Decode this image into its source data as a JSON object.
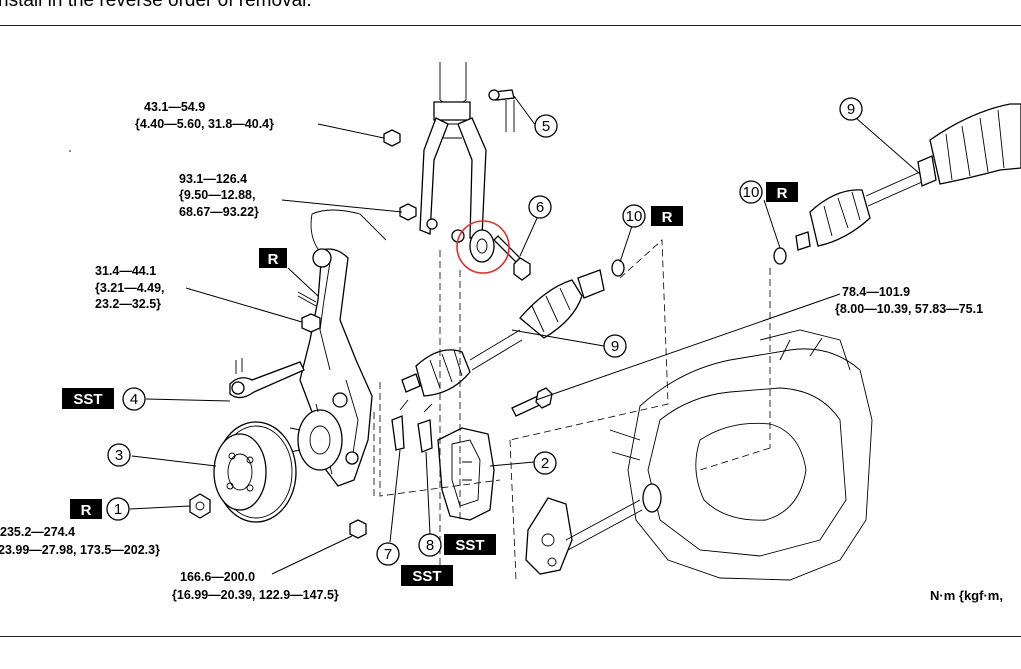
{
  "header": {
    "text": "nstall in the reverse order of removal."
  },
  "torque_labels": {
    "t1": {
      "l1": "43.1—54.9",
      "l2": "{4.40—5.60, 31.8—40.4}"
    },
    "t2": {
      "l1": "93.1—126.4",
      "l2": "{9.50—12.88,",
      "l3": "68.67—93.22}"
    },
    "t3": {
      "l1": "31.4—44.1",
      "l2": "{3.21—4.49,",
      "l3": "23.2—32.5}"
    },
    "t4": {
      "l1": "78.4—101.9",
      "l2": "{8.00—10.39, 57.83—75.1"
    },
    "t5": {
      "l1": "235.2—274.4",
      "l2": "23.99—27.98, 173.5—202.3}"
    },
    "t6": {
      "l1": "166.6—200.0",
      "l2": "{16.99—20.39, 122.9—147.5}"
    }
  },
  "callouts": {
    "c1": "1",
    "c2": "2",
    "c3": "3",
    "c4": "4",
    "c5": "5",
    "c6": "6",
    "c7": "7",
    "c8": "8",
    "c9a": "9",
    "c9b": "9",
    "c10a": "10",
    "c10b": "10"
  },
  "badges": {
    "r_top": "R",
    "r_10a": "R",
    "r_10b": "R",
    "r_1": "R",
    "sst_4": "SST",
    "sst_8": "SST",
    "sst_7": "SST"
  },
  "unit_note": "N·m {kgf·m,",
  "colors": {
    "highlight_circle": "#e0302a"
  },
  "icons": [
    "knuckle",
    "brake-disc",
    "caliper",
    "drive-shaft",
    "transaxle",
    "tie-rod-end"
  ]
}
